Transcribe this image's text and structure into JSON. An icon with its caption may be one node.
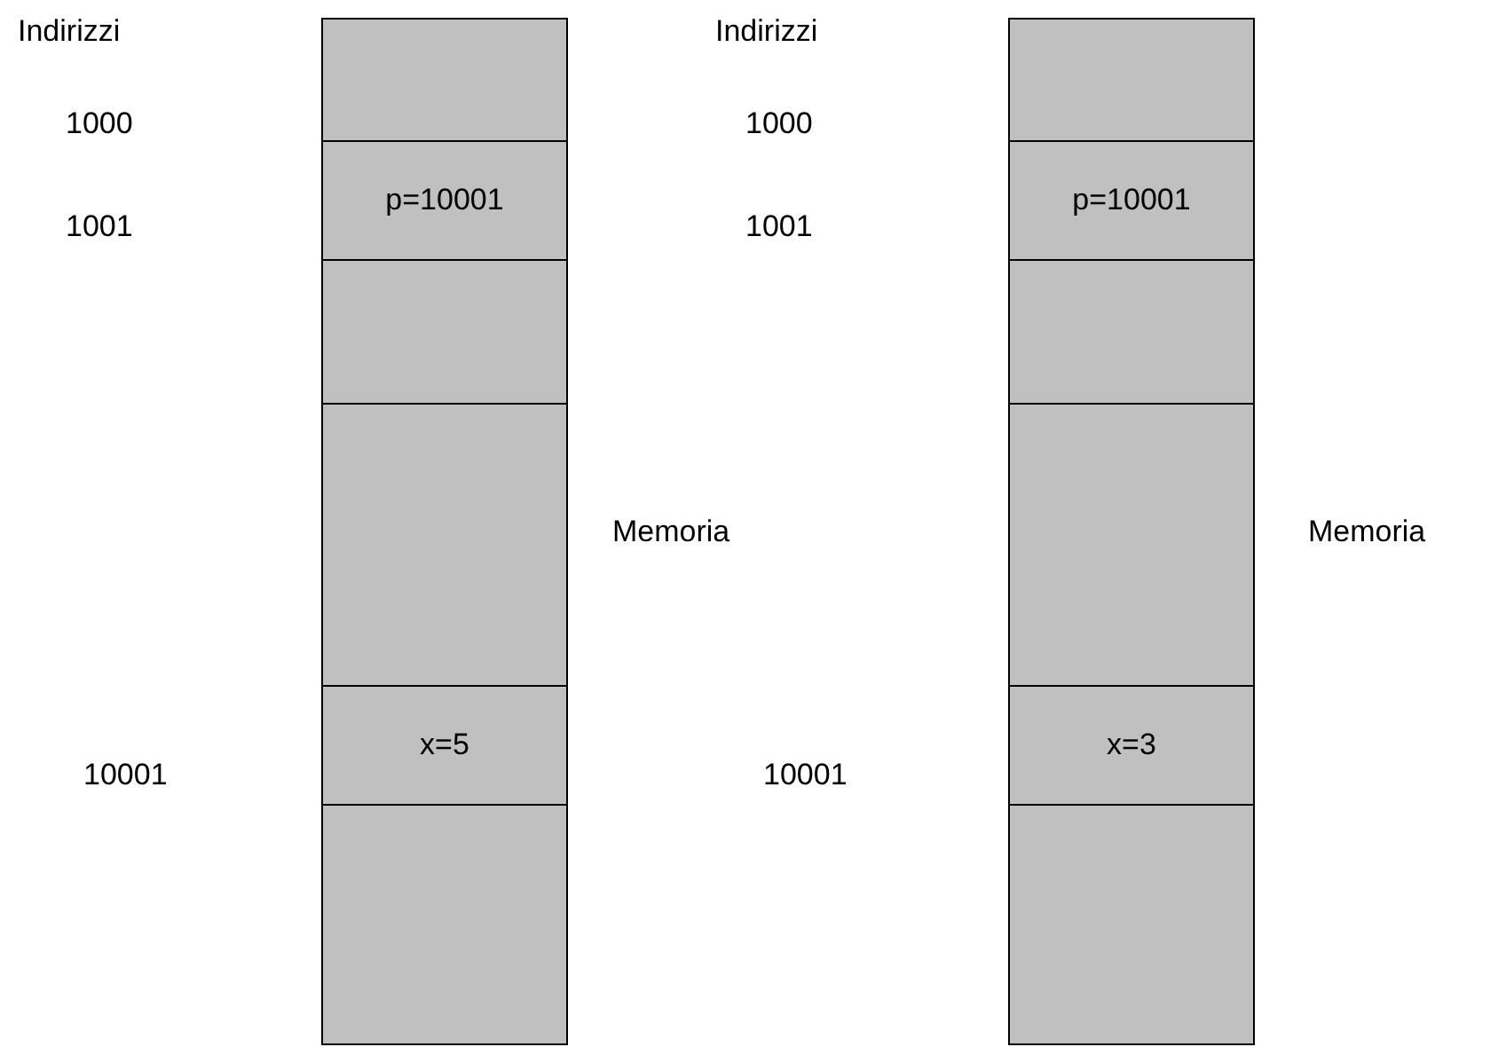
{
  "diagram": {
    "nodes": [
      {
        "text": [],
        "shape": "box"
      },
      {
        "text": [
          "p=10001"
        ]
      },
      {
        "text": [],
        "shape": "box"
      },
      {
        "text": [],
        "shape": "box"
      },
      {
        "text": [
          "x=5"
        ]
      },
      {
        "text": [],
        "shape": "box"
      },
      {
        "text": [],
        "shape": "box"
      },
      {
        "text": [
          "p=10001"
        ]
      },
      {
        "text": [],
        "shape": "box"
      },
      {
        "text": [],
        "shape": "box"
      },
      {
        "text": [
          "x=3"
        ]
      },
      {
        "text": [],
        "shape": "box"
      }
    ],
    "edges": [],
    "labels": [
      "Indirizzi",
      "Indirizzi",
      "1000",
      "1000",
      "1001",
      "1001",
      "Memoria",
      "Memoria",
      "10001",
      "10001"
    ]
  }
}
